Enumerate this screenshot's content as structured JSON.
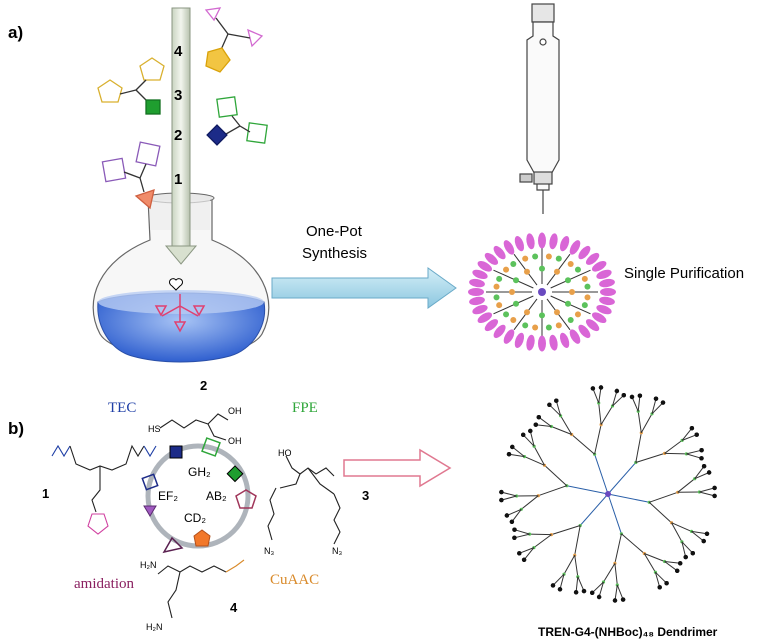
{
  "panels": {
    "a": {
      "label": "a)",
      "step_numbers": [
        "4",
        "3",
        "2",
        "1"
      ],
      "arrow_label_line1": "One-Pot",
      "arrow_label_line2": "Synthesis",
      "purification_label": "Single Purification"
    },
    "b": {
      "label": "b)",
      "reactions": {
        "tec": "TEC",
        "fpe": "FPE",
        "amidation": "amidation",
        "cuaac": "CuAAC"
      },
      "cycle_labels": {
        "gh2": "GH₂",
        "ab2": "AB₂",
        "cd2": "CD₂",
        "ef2": "EF₂"
      },
      "monomer_numbers": [
        "1",
        "2",
        "3",
        "4"
      ],
      "atom_labels": {
        "oh_top": "OH",
        "oh_bottom": "OH",
        "hs": "HS",
        "ho": "HO",
        "n3_left": "N₃",
        "n3_right": "N₃",
        "nh2_top": "H₂N",
        "nh2_bottom": "H₂N"
      },
      "dendrimer_caption": "TREN-G4-(NHBoc)₄₈ Dendrimer"
    }
  },
  "colors": {
    "tec": "#1f3fa6",
    "fpe": "#2fa63a",
    "amidation": "#8a2060",
    "cuaac": "#d98a2a",
    "arrow_fill": "#a8d8ea",
    "flask_liquid": "#3d6fd6",
    "nanoparticle_pink": "#d966d6",
    "nanoparticle_orange": "#e8a04a",
    "nanoparticle_green": "#5cc25c",
    "hollow_arrow": "#e07890"
  }
}
